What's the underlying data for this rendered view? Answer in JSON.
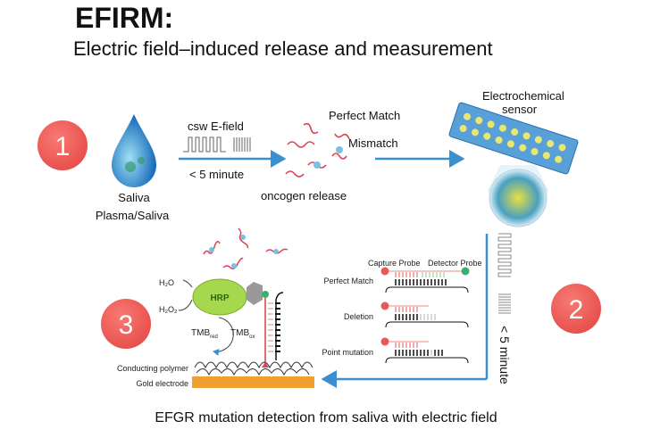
{
  "title": "EFIRM:",
  "subtitle": "Electric field–induced release and measurement",
  "caption": "EFGR mutation detection from saliva with electric field",
  "steps": [
    "1",
    "2",
    "3"
  ],
  "step1": {
    "sample_label": "Saliva",
    "sample_label2": "Plasma/Saliva",
    "field_label": "csw E-field",
    "time_label": "< 5 minute",
    "release_label": "oncogen release",
    "perfect_match": "Perfect Match",
    "mismatch": "Mismatch",
    "sensor_label_line1": "Electrochemical",
    "sensor_label_line2": "sensor"
  },
  "step2": {
    "time_label": "< 5 minute",
    "capture_probe": "Capture Probe",
    "detector_probe": "Detector Probe",
    "rows": [
      "Perfect Match",
      "Deletion",
      "Point mutation"
    ]
  },
  "step3": {
    "h2o": "H₂O",
    "h2o2": "H₂O₂",
    "hrp": "HRP",
    "tmb_red": "TMB",
    "tmb_red_sub": "red",
    "tmb_ox": "TMB",
    "tmb_ox_sub": "ox",
    "conducting_polymer": "Conducting polymer",
    "gold_electrode": "Gold electrode"
  },
  "colors": {
    "step_circle": "#f0605c",
    "arrow": "#3a8fd0",
    "gold": "#f0a030",
    "hrp": "#9ed24a"
  }
}
